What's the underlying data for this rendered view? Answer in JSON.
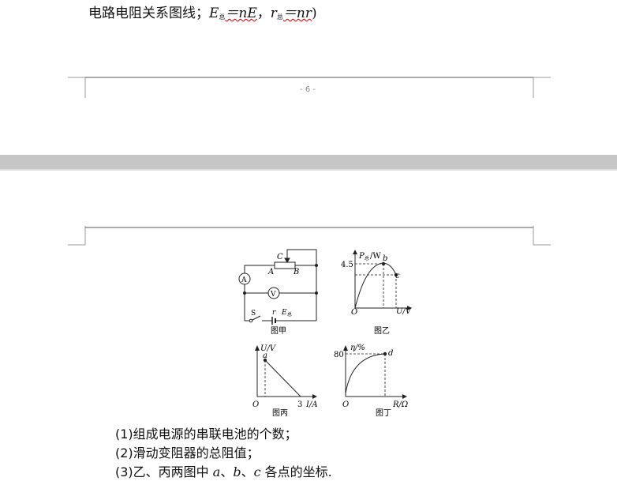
{
  "top_line": {
    "prefix": "电路电阻关系图线；",
    "e_label": "E",
    "sub": "总",
    "e_eq": "＝nE",
    "sep": "，",
    "r_label": "r",
    "r_eq": "＝nr",
    "suffix": ")"
  },
  "page_number": "- 6 -",
  "figures": {
    "jia": {
      "caption": "图甲",
      "C": "C",
      "A": "A",
      "B": "B",
      "ammeter": "A",
      "voltmeter": "V",
      "S": "S",
      "r": "r",
      "E": "E",
      "E_sub": "总"
    },
    "yi": {
      "caption": "图乙",
      "y_axis": "P",
      "y_sub": "总",
      "y_unit": "/W",
      "x_axis": "U/V",
      "origin": "O",
      "tick": "4.5",
      "b": "b",
      "c": "c"
    },
    "bing": {
      "caption": "图丙",
      "y_axis": "U/V",
      "x_axis": "I/A",
      "origin": "O",
      "tick": "3",
      "a": "a"
    },
    "ding": {
      "caption": "图丁",
      "y_axis": "η/%",
      "x_axis": "R/Ω",
      "origin": "O",
      "tick": "80",
      "d": "d"
    }
  },
  "questions": [
    {
      "num": "(1)",
      "text": "组成电源的串联电池的个数；"
    },
    {
      "num": "(2)",
      "text": "滑动变阻器的总阻值；"
    },
    {
      "num": "(3)",
      "text_before": "乙、丙两图中 ",
      "a": "a",
      "sep1": "、",
      "b": "b",
      "sep2": "、",
      "c": "c",
      "text_after": " 各点的坐标."
    }
  ]
}
